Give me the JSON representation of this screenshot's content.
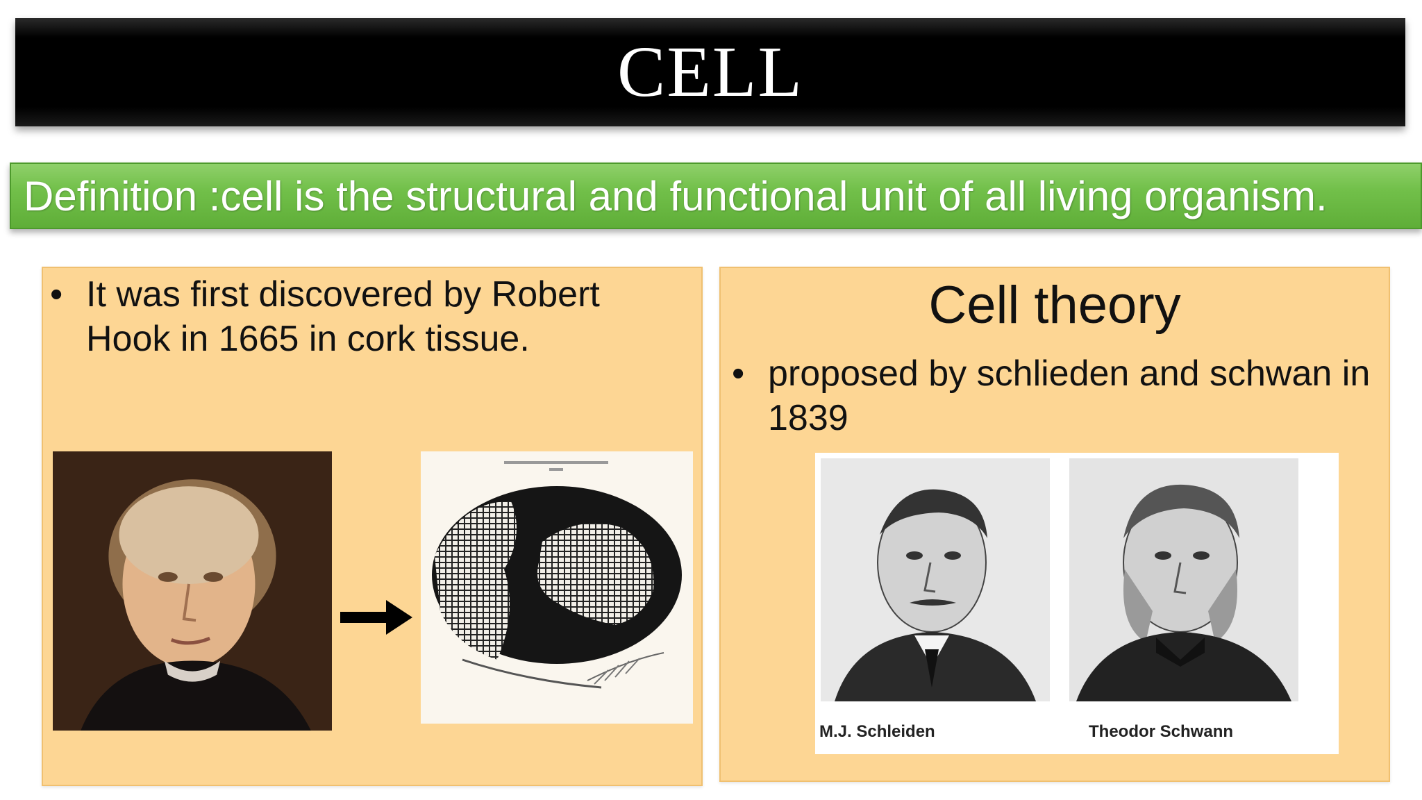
{
  "slide": {
    "title": "CELL",
    "definition": "Definition :cell is the structural and functional unit of all living organism."
  },
  "left_panel": {
    "bullet_marker": "•",
    "bullet_text": "It was first discovered by Robert Hook in 1665 in cork tissue."
  },
  "right_panel": {
    "heading": "Cell theory",
    "bullet_marker": "•",
    "bullet_text": "proposed by schlieden and schwan in 1839",
    "captions": [
      "M.J. Schleiden",
      "Theodor Schwann"
    ]
  },
  "colors": {
    "title_bar": "#000000",
    "definition_bar": "#72c04a",
    "panel_background": "#fdd694"
  }
}
